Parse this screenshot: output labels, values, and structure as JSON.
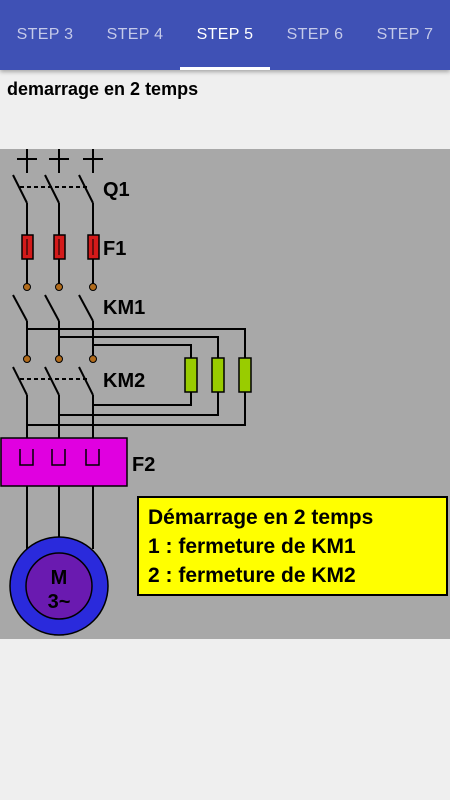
{
  "tabs": [
    {
      "label": "STEP 3",
      "active": false
    },
    {
      "label": "STEP 4",
      "active": false
    },
    {
      "label": "STEP 5",
      "active": true
    },
    {
      "label": "STEP 6",
      "active": false
    },
    {
      "label": "STEP 7",
      "active": false
    }
  ],
  "page": {
    "title": "demarrage en 2 temps"
  },
  "diagram": {
    "labels": {
      "q1": "Q1",
      "f1": "F1",
      "km1": "KM1",
      "km2": "KM2",
      "f2": "F2",
      "motor_line1": "M",
      "motor_line2": "3~"
    },
    "caption": {
      "line1": "Démarrage en 2 temps",
      "line2": "1 : fermeture de KM1",
      "line3": "2 : fermeture de KM2"
    },
    "colors": {
      "accent": "#3f51b5",
      "background": "#a8a8a8",
      "fuse": "#d41a1a",
      "contact": "#b06a1a",
      "resistor": "#99cc00",
      "relay": "#e000e0",
      "motor_outer": "#2a2adc",
      "motor_inner": "#6a1ab0",
      "caption_bg": "#ffff00"
    }
  }
}
